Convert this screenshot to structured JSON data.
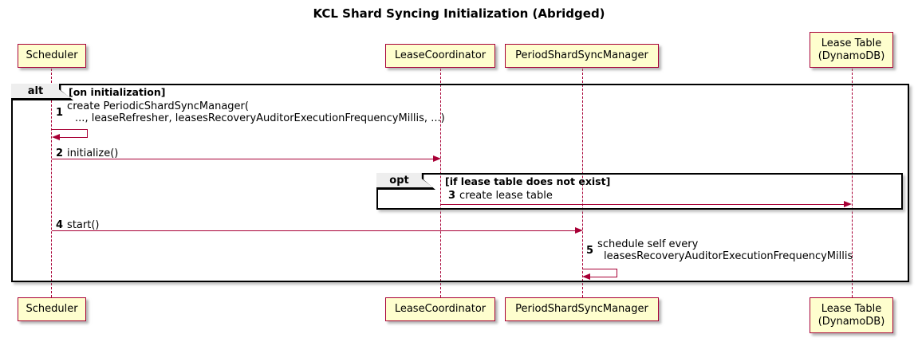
{
  "title": "KCL Shard Syncing Initialization (Abridged)",
  "colors": {
    "participant_fill": "#FEFECE",
    "participant_border": "#A80036",
    "lifeline": "#A80036",
    "arrow": "#A80036",
    "frame_border": "#000000",
    "operator_fill": "#EEEEEE"
  },
  "participants": {
    "scheduler": {
      "name": "Scheduler"
    },
    "lease_coordinator": {
      "name": "LeaseCoordinator"
    },
    "period_shard_sync_manager": {
      "name": "PeriodShardSyncManager"
    },
    "lease_table": {
      "line1": "Lease Table",
      "line2": "(DynamoDB)"
    }
  },
  "frames": {
    "alt": {
      "operator": "alt",
      "guard": "[on initialization]"
    },
    "opt": {
      "operator": "opt",
      "guard": "[if lease table does not exist]"
    }
  },
  "messages": {
    "m1": {
      "num": "1",
      "line1": "create PeriodicShardSyncManager(",
      "line2": "..., leaseRefresher, leasesRecoveryAuditorExecutionFrequencyMillis, ...)"
    },
    "m2": {
      "num": "2",
      "text": "initialize()"
    },
    "m3": {
      "num": "3",
      "text": "create lease table"
    },
    "m4": {
      "num": "4",
      "text": "start()"
    },
    "m5": {
      "num": "5",
      "line1": "schedule self every",
      "line2": "leasesRecoveryAuditorExecutionFrequencyMillis"
    }
  }
}
